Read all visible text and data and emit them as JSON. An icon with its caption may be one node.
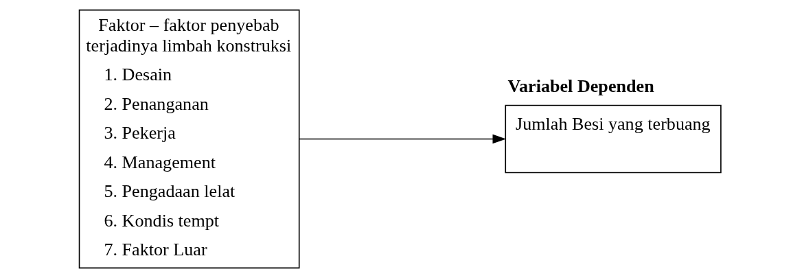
{
  "diagram": {
    "nodes": [
      {
        "text": [
          "Faktor – faktor penyebab terjadinya limbah konstruksi",
          "1. Desain",
          "2. Penanganan",
          "3. Pekerja",
          "4. Management",
          "5. Pengadaan lelat",
          "6. Kondis tempt",
          "7. Faktor Luar"
        ]
      },
      {
        "text": [
          "Variabel Dependen",
          "Jumlah Besi yang terbuang"
        ]
      }
    ],
    "edges": [
      {
        "from": 0,
        "to": 1,
        "arrow": "to"
      }
    ]
  }
}
